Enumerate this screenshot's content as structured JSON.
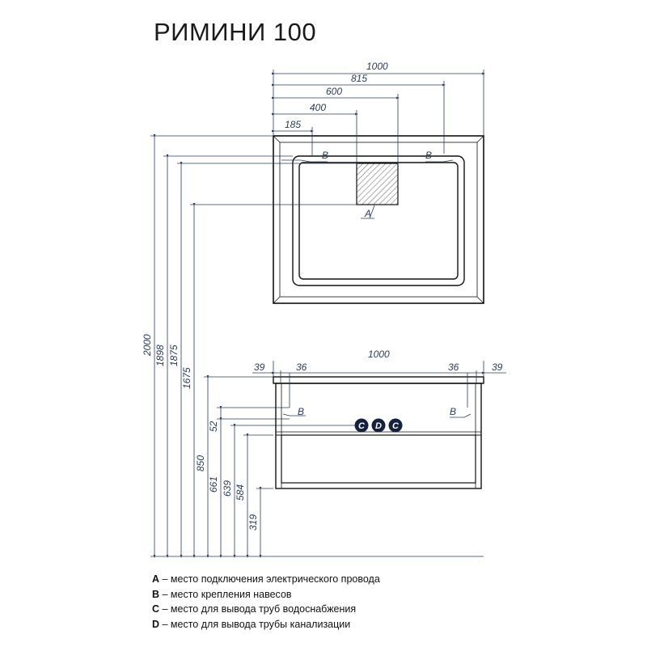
{
  "title": "РИМИНИ 100",
  "mirror": {
    "top_dims": [
      "1000",
      "815",
      "600",
      "400",
      "185"
    ],
    "side_dims": [
      "2000",
      "1898",
      "1875",
      "1675"
    ],
    "labels": {
      "b_left": "B",
      "b_right": "B",
      "a": "A"
    }
  },
  "cabinet": {
    "top_dims": {
      "left_edge": "39",
      "left_inner": "36",
      "width": "1000",
      "right_inner": "36",
      "right_edge": "39"
    },
    "side_dims": [
      "850",
      "52",
      "661",
      "639",
      "584",
      "319"
    ],
    "labels": {
      "b_left": "B",
      "b_right": "B"
    },
    "markers": [
      "C",
      "D",
      "C"
    ]
  },
  "legend": [
    {
      "key": "A",
      "text": " – место подключения электрического провода"
    },
    {
      "key": "B",
      "text": " – место крепления навесов"
    },
    {
      "key": "C",
      "text": " – место для вывода труб водоснабжения"
    },
    {
      "key": "D",
      "text": " – место для вывода трубы канализации"
    }
  ],
  "colors": {
    "dimension": "#2a3b5c",
    "outline": "#111111",
    "marker": "#16213e"
  }
}
